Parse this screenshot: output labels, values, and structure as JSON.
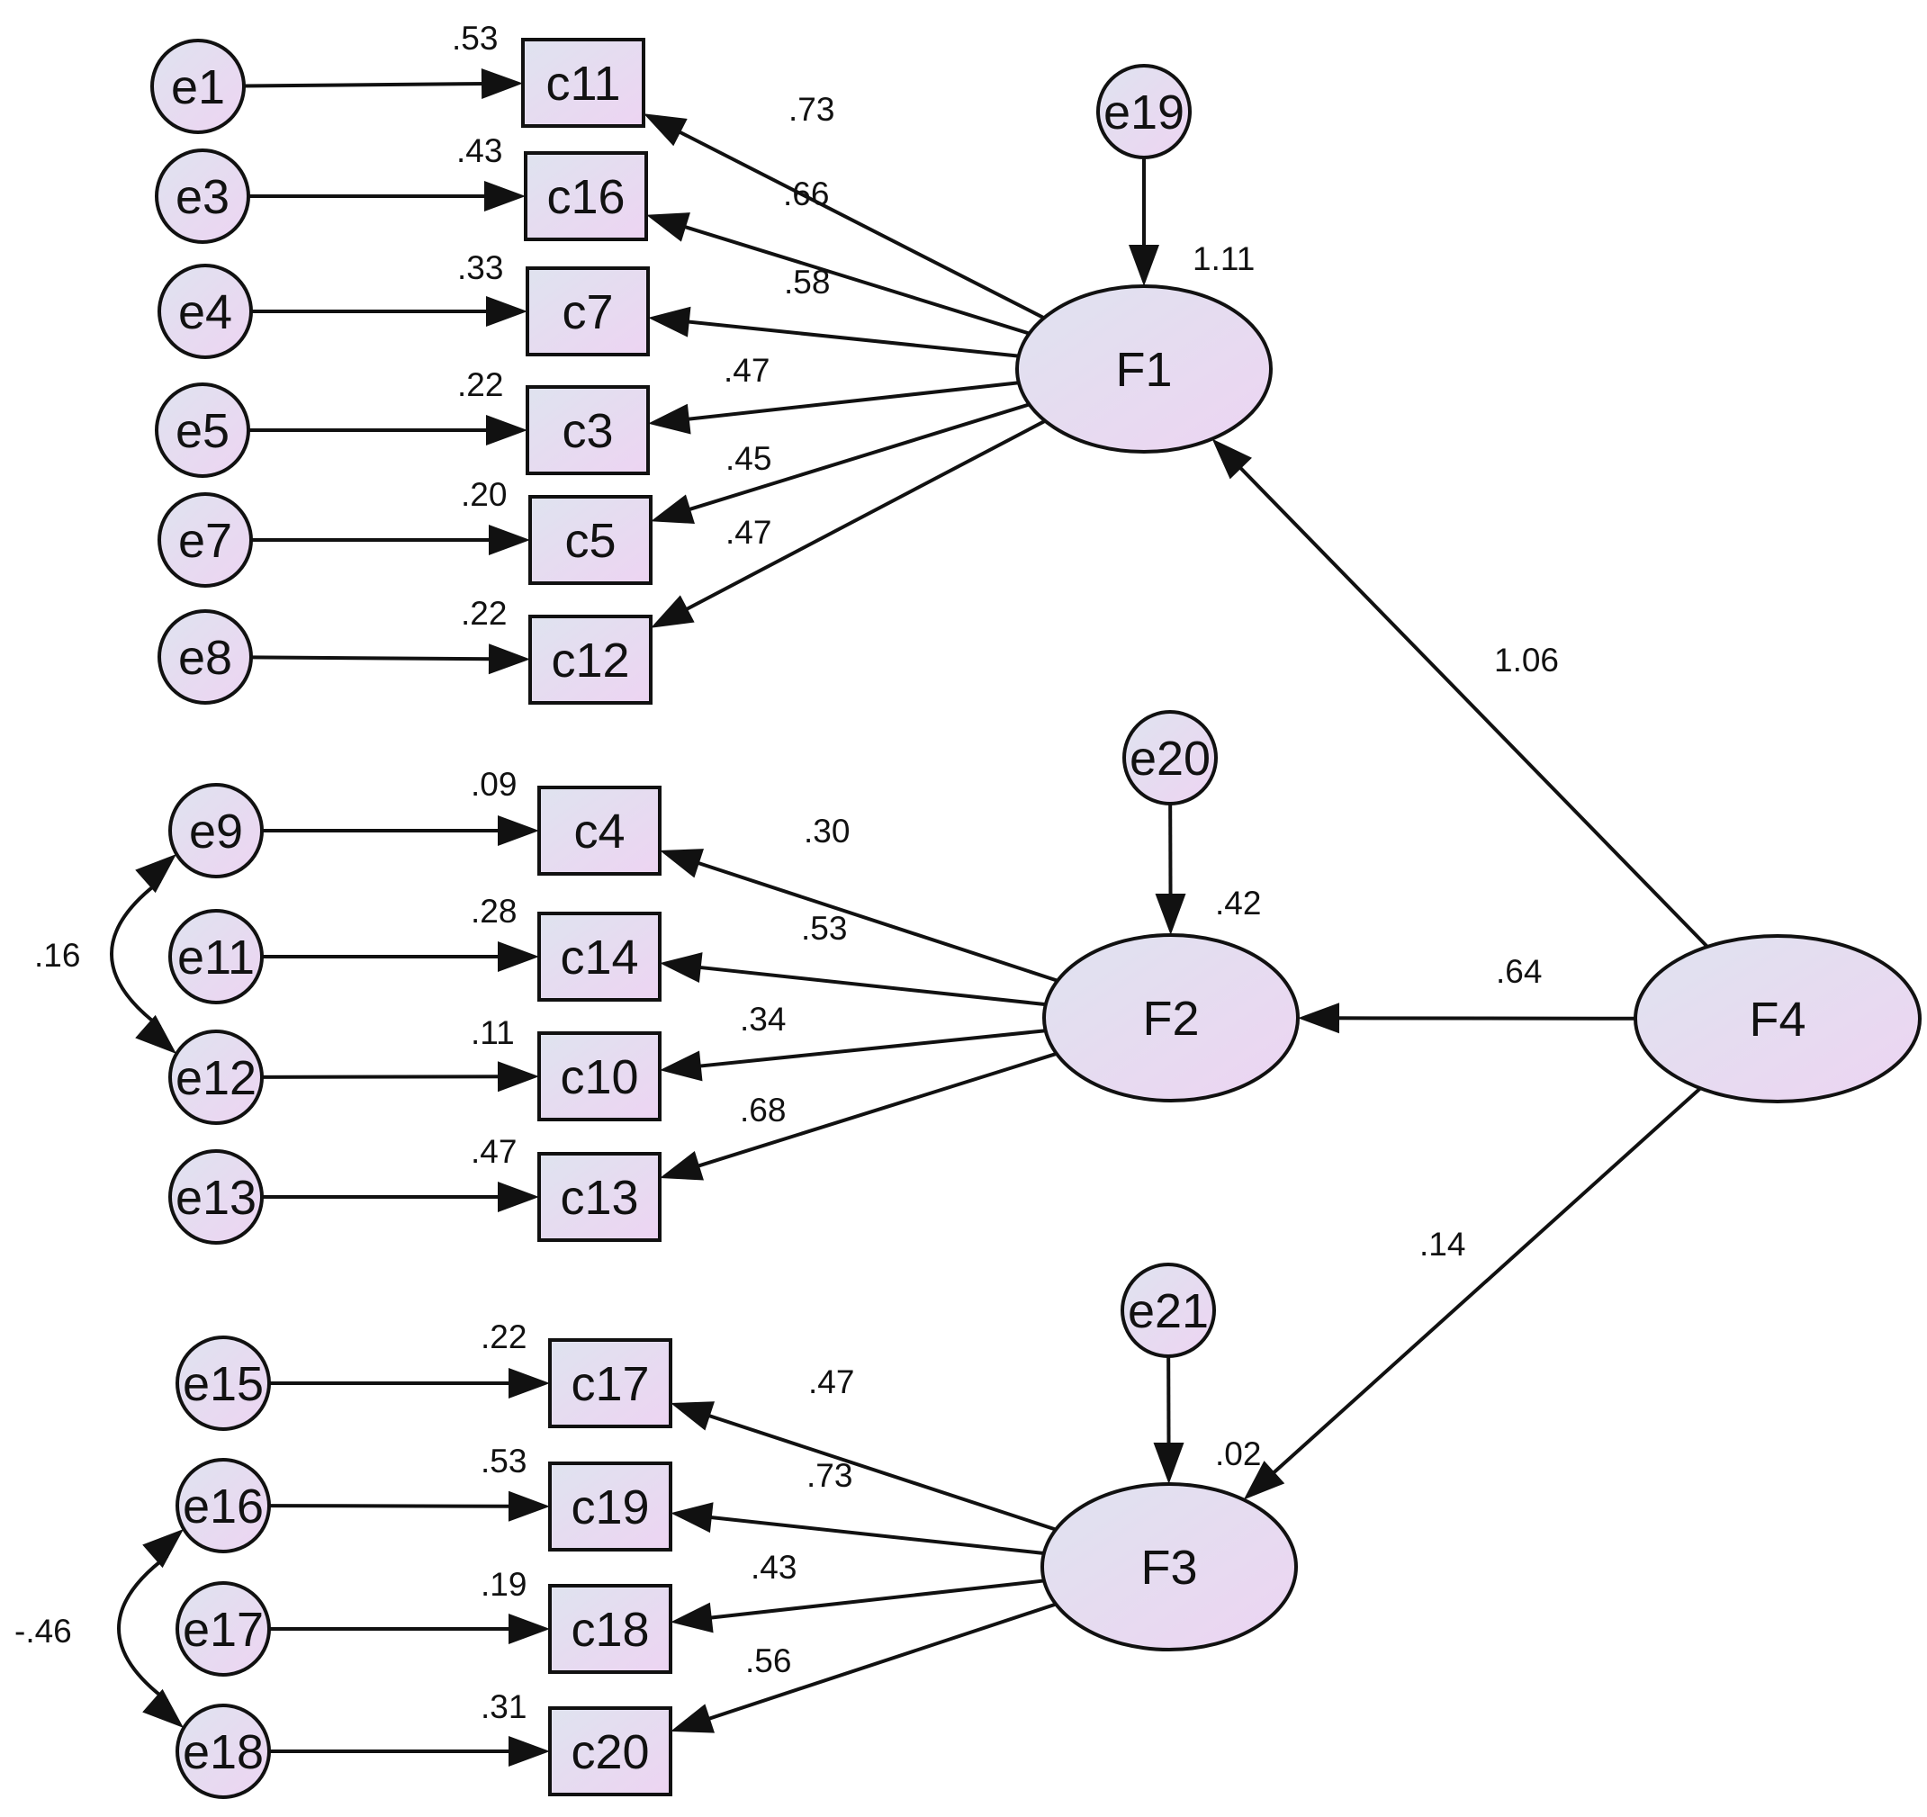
{
  "colors": {
    "fill_start": "#dfe3ef",
    "fill_end": "#edd4f2",
    "stroke": "#111111",
    "text": "#111111"
  },
  "nodes": [
    {
      "id": "e1",
      "label": "e1",
      "shape": "circle"
    },
    {
      "id": "e3",
      "label": "e3",
      "shape": "circle"
    },
    {
      "id": "e4",
      "label": "e4",
      "shape": "circle"
    },
    {
      "id": "e5",
      "label": "e5",
      "shape": "circle"
    },
    {
      "id": "e7",
      "label": "e7",
      "shape": "circle"
    },
    {
      "id": "e8",
      "label": "e8",
      "shape": "circle"
    },
    {
      "id": "e9",
      "label": "e9",
      "shape": "circle"
    },
    {
      "id": "e11",
      "label": "e11",
      "shape": "circle"
    },
    {
      "id": "e12",
      "label": "e12",
      "shape": "circle"
    },
    {
      "id": "e13",
      "label": "e13",
      "shape": "circle"
    },
    {
      "id": "e15",
      "label": "e15",
      "shape": "circle"
    },
    {
      "id": "e16",
      "label": "e16",
      "shape": "circle"
    },
    {
      "id": "e17",
      "label": "e17",
      "shape": "circle"
    },
    {
      "id": "e18",
      "label": "e18",
      "shape": "circle"
    },
    {
      "id": "e19",
      "label": "e19",
      "shape": "circle"
    },
    {
      "id": "e20",
      "label": "e20",
      "shape": "circle"
    },
    {
      "id": "e21",
      "label": "e21",
      "shape": "circle"
    },
    {
      "id": "c11",
      "label": "c11",
      "shape": "rect",
      "value": ".53"
    },
    {
      "id": "c16",
      "label": "c16",
      "shape": "rect",
      "value": ".43"
    },
    {
      "id": "c7",
      "label": "c7",
      "shape": "rect",
      "value": ".33"
    },
    {
      "id": "c3",
      "label": "c3",
      "shape": "rect",
      "value": ".22"
    },
    {
      "id": "c5",
      "label": "c5",
      "shape": "rect",
      "value": ".20"
    },
    {
      "id": "c12",
      "label": "c12",
      "shape": "rect",
      "value": ".22"
    },
    {
      "id": "c4",
      "label": "c4",
      "shape": "rect",
      "value": ".09"
    },
    {
      "id": "c14",
      "label": "c14",
      "shape": "rect",
      "value": ".28"
    },
    {
      "id": "c10",
      "label": "c10",
      "shape": "rect",
      "value": ".11"
    },
    {
      "id": "c13",
      "label": "c13",
      "shape": "rect",
      "value": ".47"
    },
    {
      "id": "c17",
      "label": "c17",
      "shape": "rect",
      "value": ".22"
    },
    {
      "id": "c19",
      "label": "c19",
      "shape": "rect",
      "value": ".53"
    },
    {
      "id": "c18",
      "label": "c18",
      "shape": "rect",
      "value": ".19"
    },
    {
      "id": "c20",
      "label": "c20",
      "shape": "rect",
      "value": ".31"
    },
    {
      "id": "F1",
      "label": "F1",
      "shape": "ellipse",
      "value": "1.11"
    },
    {
      "id": "F2",
      "label": "F2",
      "shape": "ellipse",
      "value": ".42"
    },
    {
      "id": "F3",
      "label": "F3",
      "shape": "ellipse",
      "value": ".02"
    },
    {
      "id": "F4",
      "label": "F4",
      "shape": "ellipse"
    }
  ],
  "edges": [
    {
      "from": "e1",
      "to": "c11"
    },
    {
      "from": "e3",
      "to": "c16"
    },
    {
      "from": "e4",
      "to": "c7"
    },
    {
      "from": "e5",
      "to": "c3"
    },
    {
      "from": "e7",
      "to": "c5"
    },
    {
      "from": "e8",
      "to": "c12"
    },
    {
      "from": "e9",
      "to": "c4"
    },
    {
      "from": "e11",
      "to": "c14"
    },
    {
      "from": "e12",
      "to": "c10"
    },
    {
      "from": "e13",
      "to": "c13"
    },
    {
      "from": "e15",
      "to": "c17"
    },
    {
      "from": "e16",
      "to": "c19"
    },
    {
      "from": "e17",
      "to": "c18"
    },
    {
      "from": "e18",
      "to": "c20"
    },
    {
      "from": "F1",
      "to": "c11",
      "label": ".73"
    },
    {
      "from": "F1",
      "to": "c16",
      "label": ".66"
    },
    {
      "from": "F1",
      "to": "c7",
      "label": ".58"
    },
    {
      "from": "F1",
      "to": "c3",
      "label": ".47"
    },
    {
      "from": "F1",
      "to": "c5",
      "label": ".45"
    },
    {
      "from": "F1",
      "to": "c12",
      "label": ".47"
    },
    {
      "from": "F2",
      "to": "c4",
      "label": ".30"
    },
    {
      "from": "F2",
      "to": "c14",
      "label": ".53"
    },
    {
      "from": "F2",
      "to": "c10",
      "label": ".34"
    },
    {
      "from": "F2",
      "to": "c13",
      "label": ".68"
    },
    {
      "from": "F3",
      "to": "c17",
      "label": ".47"
    },
    {
      "from": "F3",
      "to": "c19",
      "label": ".73"
    },
    {
      "from": "F3",
      "to": "c18",
      "label": ".43"
    },
    {
      "from": "F3",
      "to": "c20",
      "label": ".56"
    },
    {
      "from": "e19",
      "to": "F1"
    },
    {
      "from": "e20",
      "to": "F2"
    },
    {
      "from": "e21",
      "to": "F3"
    },
    {
      "from": "F4",
      "to": "F1",
      "label": "1.06"
    },
    {
      "from": "F4",
      "to": "F2",
      "label": ".64"
    },
    {
      "from": "F4",
      "to": "F3",
      "label": ".14"
    }
  ],
  "covariances": [
    {
      "a": "e9",
      "b": "e12",
      "label": ".16"
    },
    {
      "a": "e16",
      "b": "e18",
      "label": "-.46"
    }
  ]
}
